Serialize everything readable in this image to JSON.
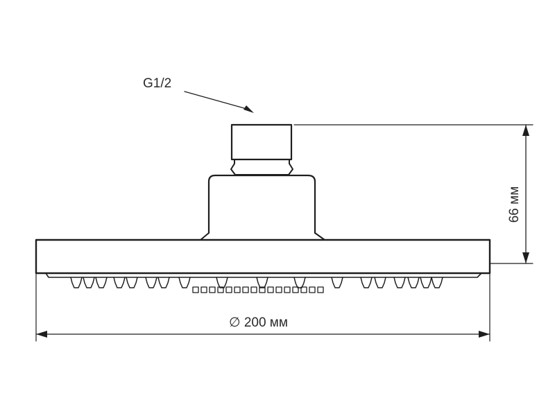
{
  "drawing": {
    "thread_label": "G1/2",
    "height_label": "66 мм",
    "diameter_label": "∅ 200 мм",
    "line_color": "#1e1e1e"
  }
}
